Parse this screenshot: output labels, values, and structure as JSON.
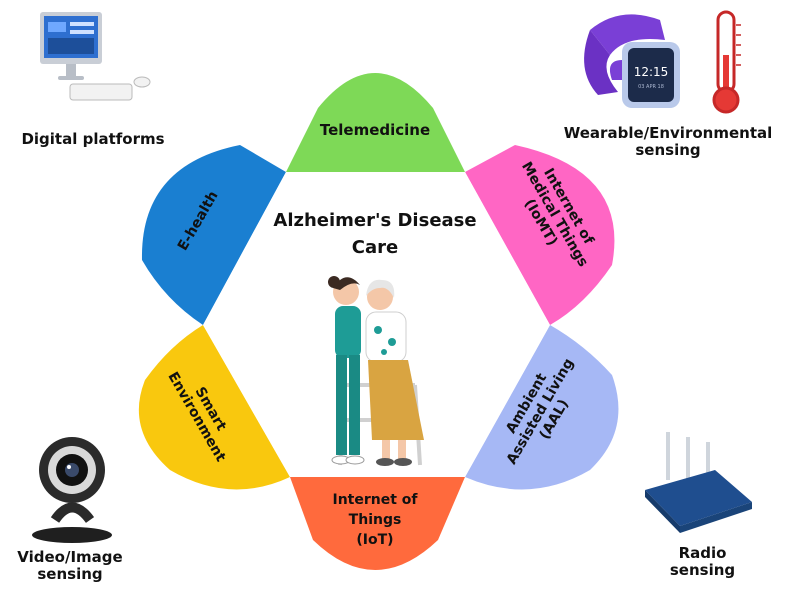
{
  "center": {
    "title_line1": "Alzheimer's Disease",
    "title_line2": "Care"
  },
  "petals": [
    {
      "id": "telemedicine",
      "lines": [
        "Telemedicine"
      ],
      "color": "#7ed957"
    },
    {
      "id": "iomt",
      "lines": [
        "Internet of",
        "Medical Things",
        "(IoMT)"
      ],
      "color": "#ff66c4"
    },
    {
      "id": "aal",
      "lines": [
        "Ambient",
        "Assisted Living",
        "(AAL)"
      ],
      "color": "#a6b8f5"
    },
    {
      "id": "iot",
      "lines": [
        "Internet of",
        "Things",
        "(IoT)"
      ],
      "color": "#ff6a3d"
    },
    {
      "id": "smart-env",
      "lines": [
        "Smart",
        "Environment"
      ],
      "color": "#f9c80e"
    },
    {
      "id": "ehealth",
      "lines": [
        "E-health"
      ],
      "color": "#1a7fd1"
    }
  ],
  "corners": {
    "digital": "Digital platforms",
    "wearable_line1": "Wearable/Environmental",
    "wearable_line2": "sensing",
    "video_line1": "Video/Image",
    "video_line2": "sensing",
    "radio_line1": "Radio",
    "radio_line2": "sensing"
  },
  "icons": {
    "monitor": "computer-monitor-icon",
    "watch": "smartwatch-icon",
    "thermometer": "thermometer-icon",
    "webcam": "webcam-icon",
    "router": "wifi-router-icon",
    "care": "caregiver-elderly-illustration"
  },
  "watch_display": {
    "time": "12:15",
    "date": "03 APR 18"
  }
}
